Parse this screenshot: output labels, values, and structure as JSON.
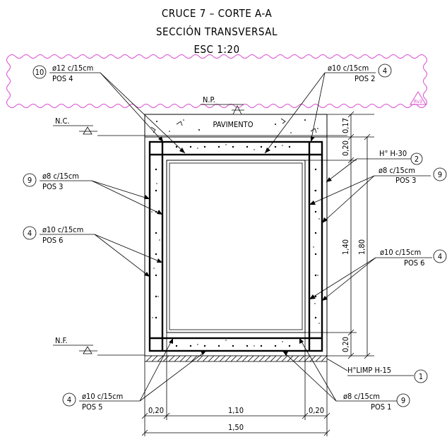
{
  "title": {
    "line1": "CRUCE 7 – CORTE A-A",
    "line2": "SECCIÓN TRANSVERSAL",
    "line3": "ESC 1:20"
  },
  "revision_tag": "Rv3",
  "levels": {
    "np": "N.P.",
    "nc": "N.C.",
    "nf": "N.F."
  },
  "pavement_label": "PAVIMENTO",
  "callouts": {
    "pos4": {
      "num": "10",
      "spec": "ø12 c/15cm",
      "pos": "POS 4"
    },
    "pos2": {
      "num": "4",
      "spec": "ø10 c/15cm",
      "pos": "POS 2"
    },
    "concrete": {
      "num": "2",
      "spec": "H° H-30"
    },
    "pos3_left": {
      "num": "9",
      "spec": "ø8 c/15cm",
      "pos": "POS 3"
    },
    "pos3_right": {
      "num": "9",
      "spec": "ø8 c/15cm",
      "pos": "POS 3"
    },
    "pos6_left": {
      "num": "4",
      "spec": "ø10 c/15cm",
      "pos": "POS 6"
    },
    "pos6_right": {
      "num": "4",
      "spec": "ø10 c/15cm",
      "pos": "POS 6"
    },
    "lean": {
      "num": "1",
      "spec": "H°LIMP H-15"
    },
    "pos5": {
      "num": "4",
      "spec": "ø10 c/15cm",
      "pos": "POS 5"
    },
    "pos1": {
      "num": "9",
      "spec": "ø8 c/15cm",
      "pos": "POS 1"
    }
  },
  "dimensions": {
    "top_slab_depth": "0,17",
    "top_wall": "0,20",
    "inner_height": "1,40",
    "total_height": "1,80",
    "bottom_wall": "0,20",
    "left_wall": "0,20",
    "inner_width": "1,10",
    "right_wall": "0,20",
    "total_width": "1,50"
  }
}
